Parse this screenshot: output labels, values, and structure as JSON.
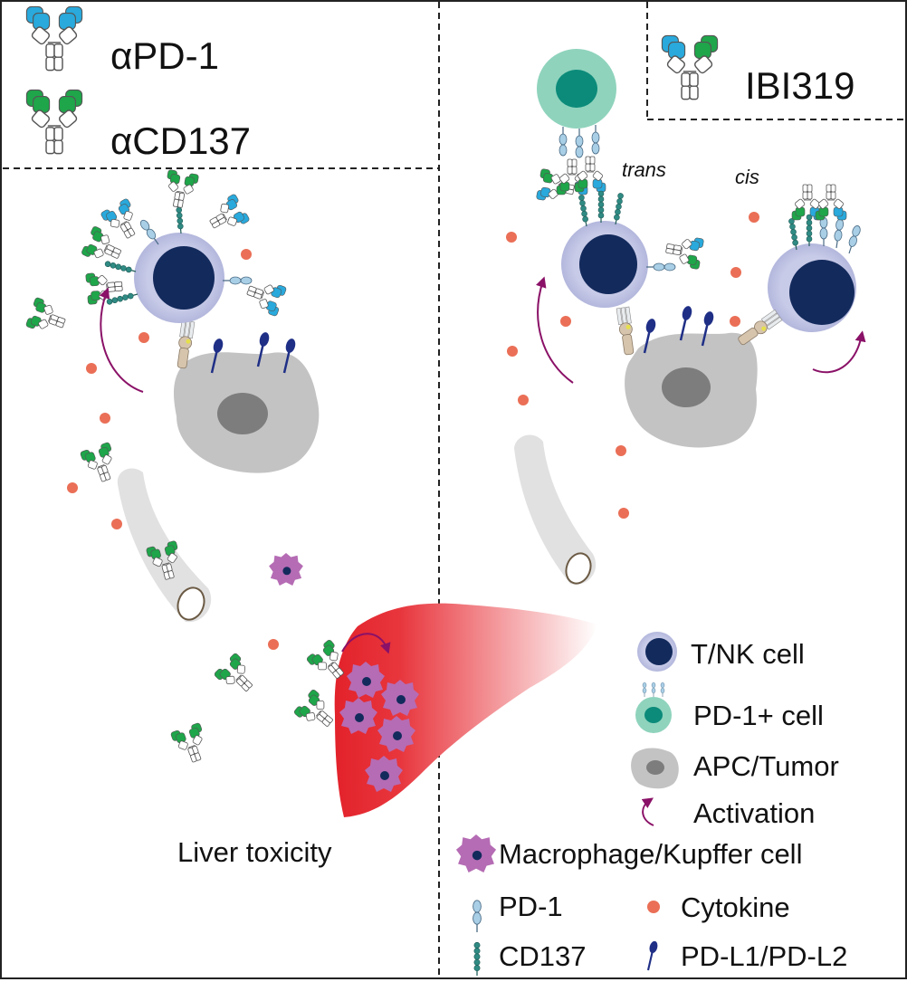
{
  "left_panel": {
    "legend_pd1_drug": "αPD-1",
    "legend_cd137_drug": "αCD137",
    "caption": "Liver toxicity"
  },
  "right_panel": {
    "drug": "IBI319",
    "label_trans": "trans",
    "label_cis": "cis"
  },
  "legend": {
    "tnk": "T/NK cell",
    "pd1_cell": "PD-1+ cell",
    "apc": "APC/Tumor",
    "activation": "Activation",
    "macrophage": "Macrophage/Kupffer cell",
    "pd1": "PD-1",
    "cytokine": "Cytokine",
    "cd137": "CD137",
    "pdl": "PD-L1/PD-L2"
  },
  "colors": {
    "pd1_blue": "#29a9dc",
    "cd137_green": "#1fa54a",
    "pd1_receptor": "#a9cfe6",
    "cd137_receptor": "#2f8b84",
    "tcell_outer": "#c8cbe8",
    "tcell_nucleus": "#132a5c",
    "pd1_cell_outer": "#8fd3bd",
    "pd1_cell_nucleus": "#0c8b7a",
    "apc_body": "#c3c3c3",
    "apc_nucleus": "#7d7d7d",
    "cytokine": "#ea6f56",
    "activation_arrow": "#8a1167",
    "macrophage": "#b56cb4",
    "pdl": "#1f2f86",
    "liver": "#e3222b"
  }
}
